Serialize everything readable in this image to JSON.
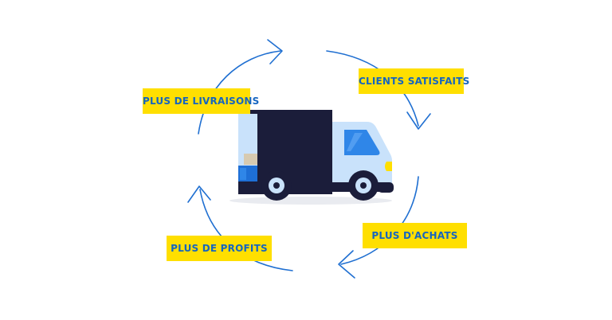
{
  "cycle": {
    "labels": {
      "livraisons": "PLUS DE LIVRAISONS",
      "clients": "CLIENTS SATISFAITS",
      "achats": "PLUS D'ACHATS",
      "profits": "PLUS DE PROFITS"
    }
  },
  "colors": {
    "label_background": "#ffdf00",
    "label_text": "#1565c0",
    "arrow": "#1f6fd1",
    "truck_cargo": "#1b1d3a",
    "truck_cab": "#c9e2fb",
    "truck_window": "#2f86e8",
    "headlight": "#ffdf00"
  },
  "icons": {
    "vehicle": "delivery-truck-icon",
    "arrow": "cycle-arrow-icon"
  }
}
